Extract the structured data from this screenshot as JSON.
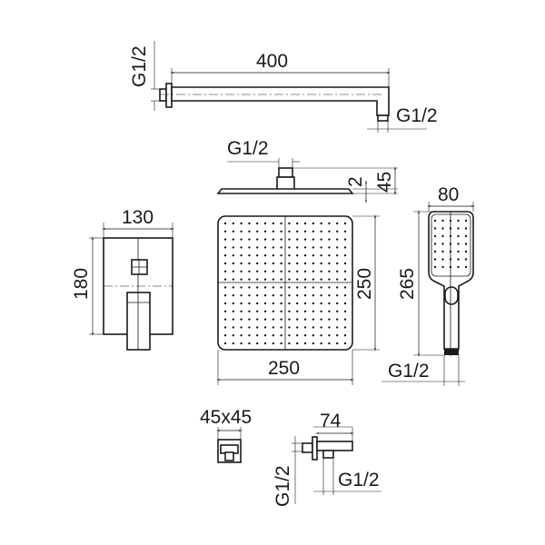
{
  "shower_arm": {
    "length": "400",
    "wall_thread": "G1/2",
    "outlet_thread": "G1/2"
  },
  "shower_head": {
    "inlet_thread": "G1/2",
    "plate_thickness": "2",
    "total_height": "45",
    "width": "250",
    "depth": "250"
  },
  "mixer": {
    "width": "130",
    "height": "180"
  },
  "hand_shower": {
    "width": "80",
    "length": "265",
    "thread": "G1/2"
  },
  "wall_outlet": {
    "plate_size": "45x45",
    "length": "74",
    "wall_thread": "G1/2",
    "outlet_thread": "G1/2"
  }
}
